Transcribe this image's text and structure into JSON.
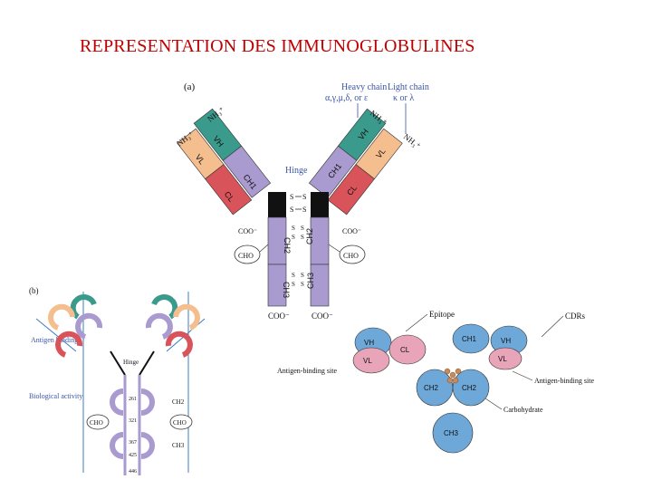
{
  "page": {
    "title": "REPRESENTATION DES IMMUNOGLOBULINES"
  },
  "panel_a": {
    "tag": "(a)",
    "heavy_chain_label": "Heavy chain",
    "heavy_chain_types": "α,γ,μ,δ, or ε",
    "light_chain_label": "Light chain",
    "light_chain_types": "κ or λ",
    "hinge": "Hinge",
    "nh3": "NH₃⁺",
    "coo": "COO⁻",
    "cho": "CHO",
    "s": "S",
    "domains": {
      "vh": "VH",
      "vl": "VL",
      "ch1": "CH1",
      "cl": "CL",
      "ch2": "CH2",
      "ch3": "CH3"
    }
  },
  "panel_b": {
    "tag": "(b)",
    "antigen_binding": "Antigen binding",
    "biological_activity": "Biological activity",
    "hinge": "Hinge",
    "cho": "CHO",
    "ch2": "CH2",
    "ch3": "CH3",
    "numbers": [
      "261",
      "321",
      "367",
      "425",
      "446"
    ]
  },
  "panel_c": {
    "epitope": "Epitope",
    "cdrs": "CDRs",
    "antigen_binding_site_left": "Antigen-binding site",
    "antigen_binding_site_right": "Antigen-binding site",
    "carbohydrate": "Carbohydrate",
    "domains": {
      "vh": "VH",
      "vl": "VL",
      "ch1": "CH1",
      "cl": "CL",
      "ch2": "CH2",
      "ch3": "CH3"
    }
  },
  "colors": {
    "title": "#c00000",
    "vh": "#3a9a8c",
    "ch": "#a99ad0",
    "vl": "#f4be8e",
    "cl": "#d9535b",
    "hinge": "#111111",
    "label_blue": "#3a55a4",
    "sphere_blue": "#6ea8d8",
    "sphere_pink": "#e8a4b8"
  }
}
